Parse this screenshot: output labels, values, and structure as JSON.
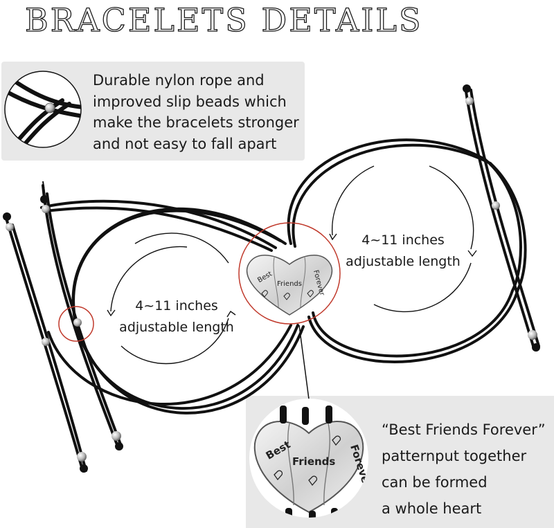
{
  "title": "Bracelets Details",
  "callout_material": {
    "lines": [
      "Durable nylon rope and",
      "improved slip beads which",
      "make the bracelets stronger",
      "and not easy to fall apart"
    ]
  },
  "callout_pattern": {
    "lines": [
      "“Best Friends Forever”",
      "patternput together",
      "can be formed",
      "a whole heart"
    ]
  },
  "measure_left": {
    "size": "4~11 inches",
    "label": "adjustable length"
  },
  "measure_right": {
    "size": "4~11 inches",
    "label": "adjustable length"
  },
  "pendant_words": [
    "Best",
    "Friends",
    "Forever"
  ],
  "colors": {
    "cord": "#111111",
    "highlight": "#c0392b",
    "panel": "#e8e8e8",
    "metal": "#d9d9d9"
  }
}
